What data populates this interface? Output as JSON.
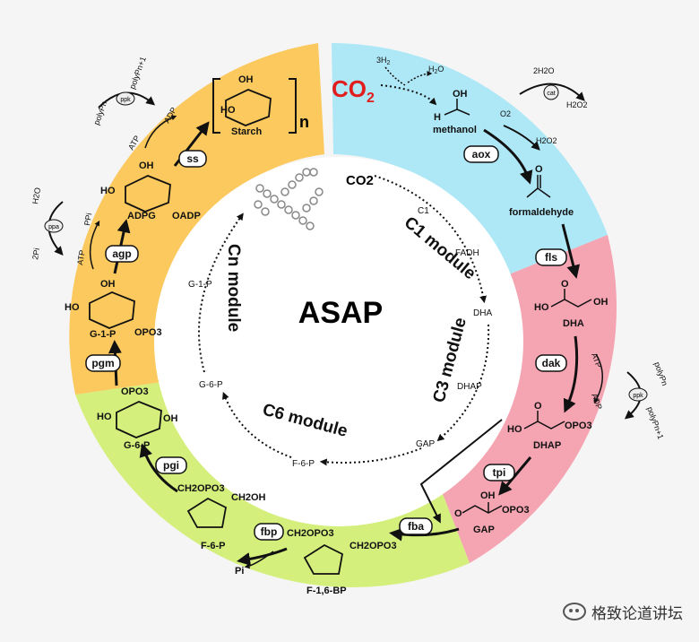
{
  "center": {
    "title": "ASAP"
  },
  "modules": {
    "c1": "C1 module",
    "c3": "C3 module",
    "c6": "C6 module",
    "cn": "Cn module"
  },
  "inner_cycle": {
    "co2": "CO2",
    "c1": "C1",
    "fadh": "FADH",
    "dha": "DHA",
    "dhap": "DHAP",
    "gap": "GAP",
    "f6p": "F-6-P",
    "g6p": "G-6-P",
    "g1p": "G-1-P"
  },
  "outer": {
    "co2": "CO",
    "co2_sub": "2",
    "h3": "3H",
    "h3_sub": "2",
    "h2o": "H",
    "h2o_sub": "2",
    "h2o_tail": "O",
    "methanol": "methanol",
    "formaldehyde": "formaldehyde",
    "o2": "O2",
    "h2o2": "H2O2",
    "two_h2o": "2H2O",
    "h2o2b": "H2O2",
    "dha": "DHA",
    "dhap": "DHAP",
    "gap": "GAP",
    "f16bp": "F-1,6-BP",
    "f6p": "F-6-P",
    "pi": "Pi",
    "g6p": "G-6-P",
    "g1p": "G-1-P",
    "adpg": "ADPG",
    "oadp": "OADP",
    "starch": "Starch",
    "n": "n",
    "atp": "ATP",
    "adp": "ADP",
    "ppi": "PPi",
    "two_pi": "2Pi",
    "h2o_b": "H2O",
    "polyp_n": "polyPn",
    "polyp_n1": "polyPn+1",
    "opo3": "OPO3",
    "ch2opo3": "CH2OPO3",
    "ch2oh": "CH2OH",
    "oh": "OH",
    "ho": "HO",
    "o": "O",
    "h": "H"
  },
  "enzymes": {
    "aox": "aox",
    "cat": "cat",
    "fls": "fls",
    "dak": "dak",
    "ppk": "ppk",
    "tpi": "tpi",
    "fba": "fba",
    "fbp": "fbp",
    "pgi": "pgi",
    "pgm": "pgm",
    "agp": "agp",
    "ppa": "ppa",
    "ss": "ss"
  },
  "colors": {
    "c1": "#aee8f6",
    "c3": "#f5a4b2",
    "c6": "#d4ef7c",
    "cn": "#fbc95d",
    "co2_red": "#e21d1d"
  },
  "watermark": "格致论道讲坛"
}
